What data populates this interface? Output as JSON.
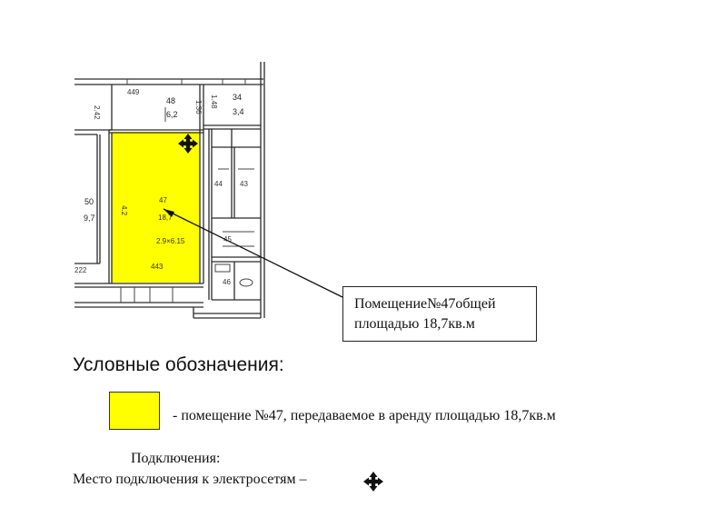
{
  "plan": {
    "labels": {
      "w449": "449",
      "room48_num": "48",
      "room48_area": "6,2",
      "dim136": "1.36",
      "dim148": "1.48",
      "room34_num": "34",
      "room34_area": "3,4",
      "dim242": "2.42",
      "room50_num": "50",
      "room50_area": "9,7",
      "dim222": "222",
      "room47_num": "47",
      "room47_area": "18,7",
      "room47_dims": "2.9×6.15",
      "room47_side": "4.2",
      "w443": "443",
      "room44_num": "44",
      "room43_num": "43",
      "room45_num": "45",
      "room46_num": "46"
    },
    "room47_fill": "#ffff00",
    "connection_marker_icon": "four-arrows-cross-icon"
  },
  "callout": {
    "line1": "Помещение№47общей",
    "line2": "площадью  18,7кв.м"
  },
  "legend": {
    "title": "Условные обозначения:",
    "swatch_color": "#ffff00",
    "description": "- помещение №47, передаваемое в аренду площадью 18,7кв.м"
  },
  "connections": {
    "title": "Подключения:",
    "label": "Место подключения к электросетям –",
    "icon": "four-arrows-cross-icon"
  }
}
